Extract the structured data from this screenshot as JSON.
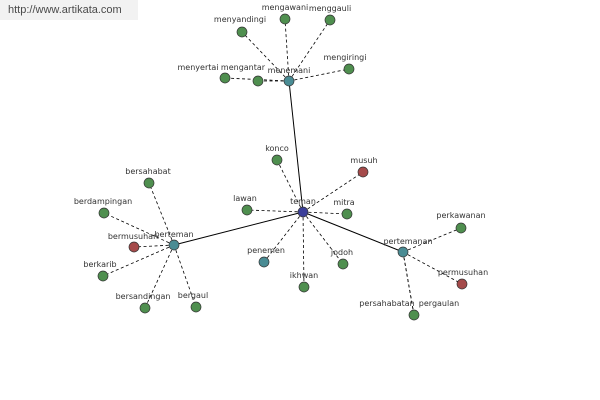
{
  "watermark": "http://www.artikata.com",
  "colors": {
    "center": "#3b3f9a",
    "hub": "#4a8c94",
    "synonym": "#4f8f4f",
    "antonym": "#a54a4a"
  },
  "nodes": [
    {
      "id": "teman",
      "label": "teman",
      "kind": "center"
    },
    {
      "id": "menemani",
      "label": "menemani",
      "kind": "hub"
    },
    {
      "id": "berteman",
      "label": "berteman",
      "kind": "hub"
    },
    {
      "id": "pertemanan",
      "label": "pertemanan",
      "kind": "hub"
    },
    {
      "id": "mengawani",
      "label": "mengawani",
      "kind": "synonym"
    },
    {
      "id": "menggauli",
      "label": "menggauli",
      "kind": "synonym"
    },
    {
      "id": "menyandingi",
      "label": "menyandingi",
      "kind": "synonym"
    },
    {
      "id": "mengiringi",
      "label": "mengiringi",
      "kind": "synonym"
    },
    {
      "id": "menyertai",
      "label": "menyertai",
      "kind": "synonym"
    },
    {
      "id": "mengantar",
      "label": "mengantar",
      "kind": "synonym"
    },
    {
      "id": "konco",
      "label": "konco",
      "kind": "synonym"
    },
    {
      "id": "musuh",
      "label": "musuh",
      "kind": "antonym"
    },
    {
      "id": "lawan",
      "label": "lawan",
      "kind": "synonym"
    },
    {
      "id": "mitra",
      "label": "mitra",
      "kind": "synonym"
    },
    {
      "id": "penemen",
      "label": "penemen",
      "kind": "hub"
    },
    {
      "id": "jodoh",
      "label": "jodoh",
      "kind": "synonym"
    },
    {
      "id": "ikhwan",
      "label": "ikhwan",
      "kind": "synonym"
    },
    {
      "id": "bersahabat",
      "label": "bersahabat",
      "kind": "synonym"
    },
    {
      "id": "berdampingan",
      "label": "berdampingan",
      "kind": "synonym"
    },
    {
      "id": "bermusuhan",
      "label": "bermusuhan",
      "kind": "antonym"
    },
    {
      "id": "berkarib",
      "label": "berkarib",
      "kind": "synonym"
    },
    {
      "id": "bersandingan",
      "label": "bersandingan",
      "kind": "synonym"
    },
    {
      "id": "bergaul",
      "label": "bergaul",
      "kind": "synonym"
    },
    {
      "id": "perkawanan",
      "label": "perkawanan",
      "kind": "synonym"
    },
    {
      "id": "permusuhan",
      "label": "permusuhan",
      "kind": "antonym"
    },
    {
      "id": "persahabatan",
      "label": "persahabatan",
      "kind": "synonym"
    },
    {
      "id": "pergaulan",
      "label": "pergaulan",
      "kind": "synonym"
    }
  ],
  "edges": [
    {
      "from": "teman",
      "to": "menemani",
      "style": "solid"
    },
    {
      "from": "teman",
      "to": "berteman",
      "style": "solid"
    },
    {
      "from": "teman",
      "to": "pertemanan",
      "style": "solid"
    },
    {
      "from": "teman",
      "to": "konco",
      "style": "dashed"
    },
    {
      "from": "teman",
      "to": "musuh",
      "style": "dashed"
    },
    {
      "from": "teman",
      "to": "lawan",
      "style": "dashed"
    },
    {
      "from": "teman",
      "to": "mitra",
      "style": "dashed"
    },
    {
      "from": "teman",
      "to": "penemen",
      "style": "dashed"
    },
    {
      "from": "teman",
      "to": "jodoh",
      "style": "dashed"
    },
    {
      "from": "teman",
      "to": "ikhwan",
      "style": "dashed"
    },
    {
      "from": "menemani",
      "to": "mengawani",
      "style": "dashed"
    },
    {
      "from": "menemani",
      "to": "menggauli",
      "style": "dashed"
    },
    {
      "from": "menemani",
      "to": "menyandingi",
      "style": "dashed"
    },
    {
      "from": "menemani",
      "to": "mengiringi",
      "style": "dashed"
    },
    {
      "from": "menemani",
      "to": "menyertai",
      "style": "dashed"
    },
    {
      "from": "menemani",
      "to": "mengantar",
      "style": "dashed"
    },
    {
      "from": "berteman",
      "to": "bersahabat",
      "style": "dashed"
    },
    {
      "from": "berteman",
      "to": "berdampingan",
      "style": "dashed"
    },
    {
      "from": "berteman",
      "to": "bermusuhan",
      "style": "dashed"
    },
    {
      "from": "berteman",
      "to": "berkarib",
      "style": "dashed"
    },
    {
      "from": "berteman",
      "to": "bersandingan",
      "style": "dashed"
    },
    {
      "from": "berteman",
      "to": "bergaul",
      "style": "dashed"
    },
    {
      "from": "pertemanan",
      "to": "perkawanan",
      "style": "dashed"
    },
    {
      "from": "pertemanan",
      "to": "permusuhan",
      "style": "dashed"
    },
    {
      "from": "pertemanan",
      "to": "persahabatan",
      "style": "dashed"
    },
    {
      "from": "pertemanan",
      "to": "pergaulan",
      "style": "dashed"
    }
  ]
}
